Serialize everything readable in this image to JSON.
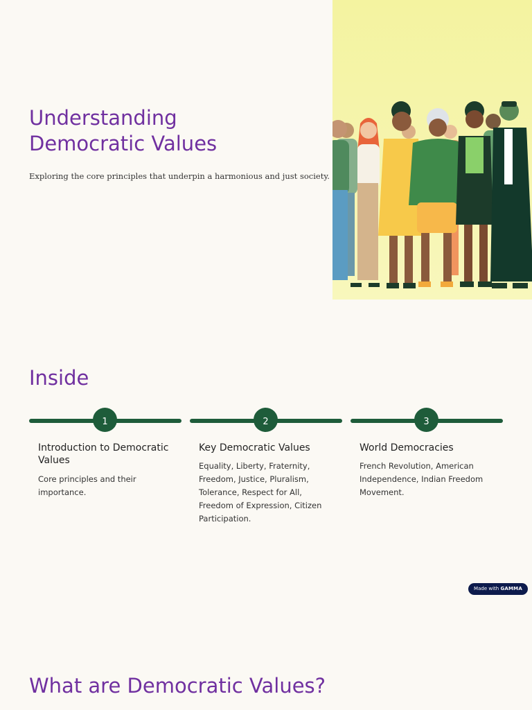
{
  "hero": {
    "title_line1": "Understanding",
    "title_line2": "Democratic Values",
    "subtitle": "Exploring the core principles that underpin a harmonious and just society.",
    "image": "illustration-of-diverse-group-of-people"
  },
  "inside": {
    "title": "Inside",
    "steps": [
      {
        "number": "1",
        "heading": "Introduction to Democratic Values",
        "description": "Core principles and their importance."
      },
      {
        "number": "2",
        "heading": "Key Democratic Values",
        "description": "Equality, Liberty, Fraternity, Freedom, Justice, Pluralism, Tolerance, Respect for All, Freedom of Expression, Citizen Participation."
      },
      {
        "number": "3",
        "heading": "World Democracies",
        "description": "French Revolution, American Independence, Indian Freedom Movement."
      }
    ]
  },
  "badge": {
    "prefix": "Made with",
    "brand": "GAMMA"
  },
  "next_section": {
    "title": "What are Democratic Values?"
  },
  "colors": {
    "accent": "#7030a0",
    "step_green": "#1e5c3a",
    "background": "#fbf9f4"
  }
}
